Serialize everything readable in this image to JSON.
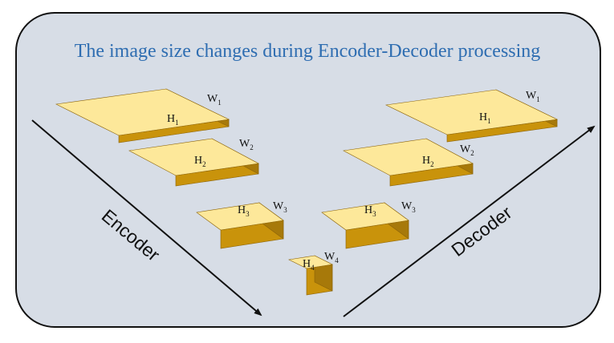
{
  "title": "The image size changes during Encoder-Decoder processing",
  "encoder_label": "Encoder",
  "decoder_label": "Decoder",
  "colors": {
    "panel_fill": "#d7dde6",
    "panel_border": "#111111",
    "title": "#2e6db1",
    "box_top": "#fde89a",
    "box_front": "#c9930b",
    "box_side": "#a7790a",
    "arrow": "#111111"
  },
  "blocks": [
    {
      "group": "encoder",
      "h_base": "H",
      "h_sub": "1",
      "w_base": "W",
      "w_sub": "1"
    },
    {
      "group": "encoder",
      "h_base": "H",
      "h_sub": "2",
      "w_base": "W",
      "w_sub": "2"
    },
    {
      "group": "encoder",
      "h_base": "H",
      "h_sub": "3",
      "w_base": "W",
      "w_sub": "3"
    },
    {
      "group": "bottleneck",
      "h_base": "H",
      "h_sub": "4",
      "w_base": "W",
      "w_sub": "4"
    },
    {
      "group": "decoder",
      "h_base": "H",
      "h_sub": "3",
      "w_base": "W",
      "w_sub": "3"
    },
    {
      "group": "decoder",
      "h_base": "H",
      "h_sub": "2",
      "w_base": "W",
      "w_sub": "2"
    },
    {
      "group": "decoder",
      "h_base": "H",
      "h_sub": "1",
      "w_base": "W",
      "w_sub": "1"
    }
  ]
}
